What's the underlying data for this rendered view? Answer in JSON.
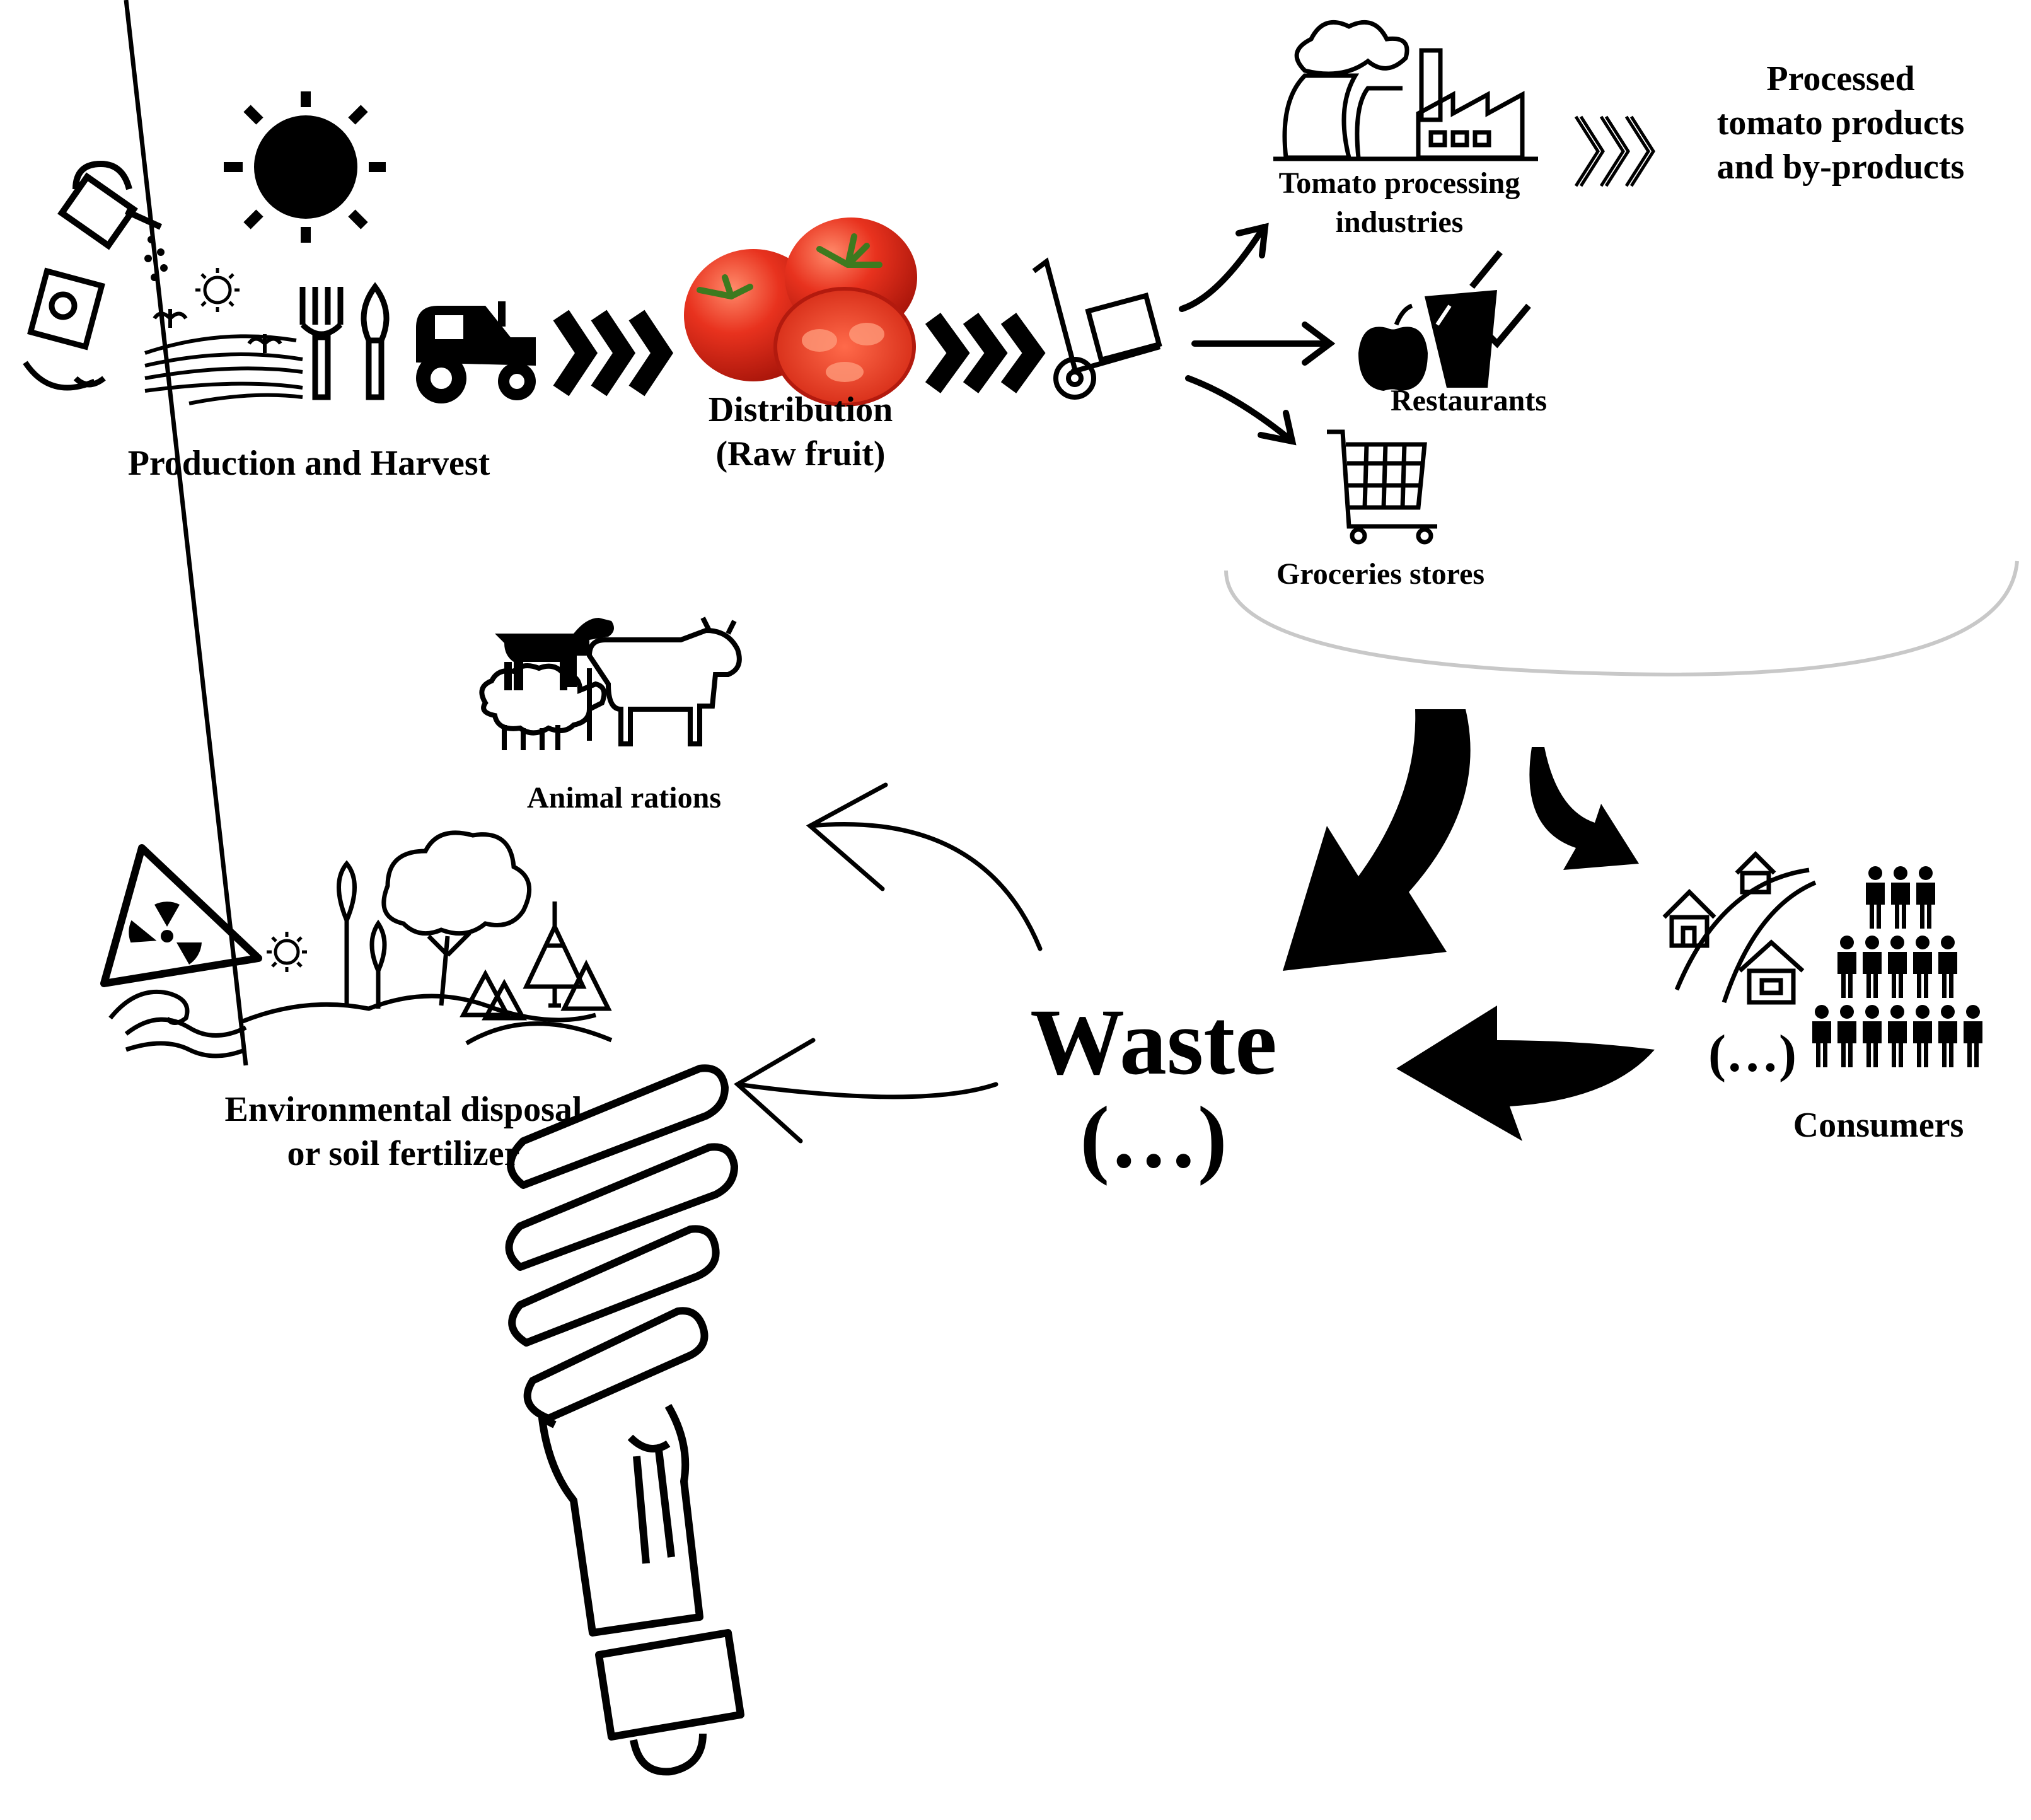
{
  "labels": {
    "production": "Production and Harvest",
    "distribution": "Distribution\n(Raw fruit)",
    "processing": "Tomato processing\nindustries",
    "processed_products": "Processed\ntomato products\nand by-products",
    "restaurants": "Restaurants",
    "groceries": "Groceries stores",
    "animal_rations": "Animal rations",
    "environmental": "Environmental disposal\nor soil fertilizer",
    "waste": "Waste",
    "waste_ellipsis": "(…)",
    "consumers_ellipsis": "(…)",
    "consumers": "Consumers"
  },
  "colors": {
    "ink": "#000000",
    "tomato": "#e8321e",
    "tomato_dark": "#b31a0e",
    "stem": "#3d7a1f",
    "bowl": "#c8c8c8"
  }
}
